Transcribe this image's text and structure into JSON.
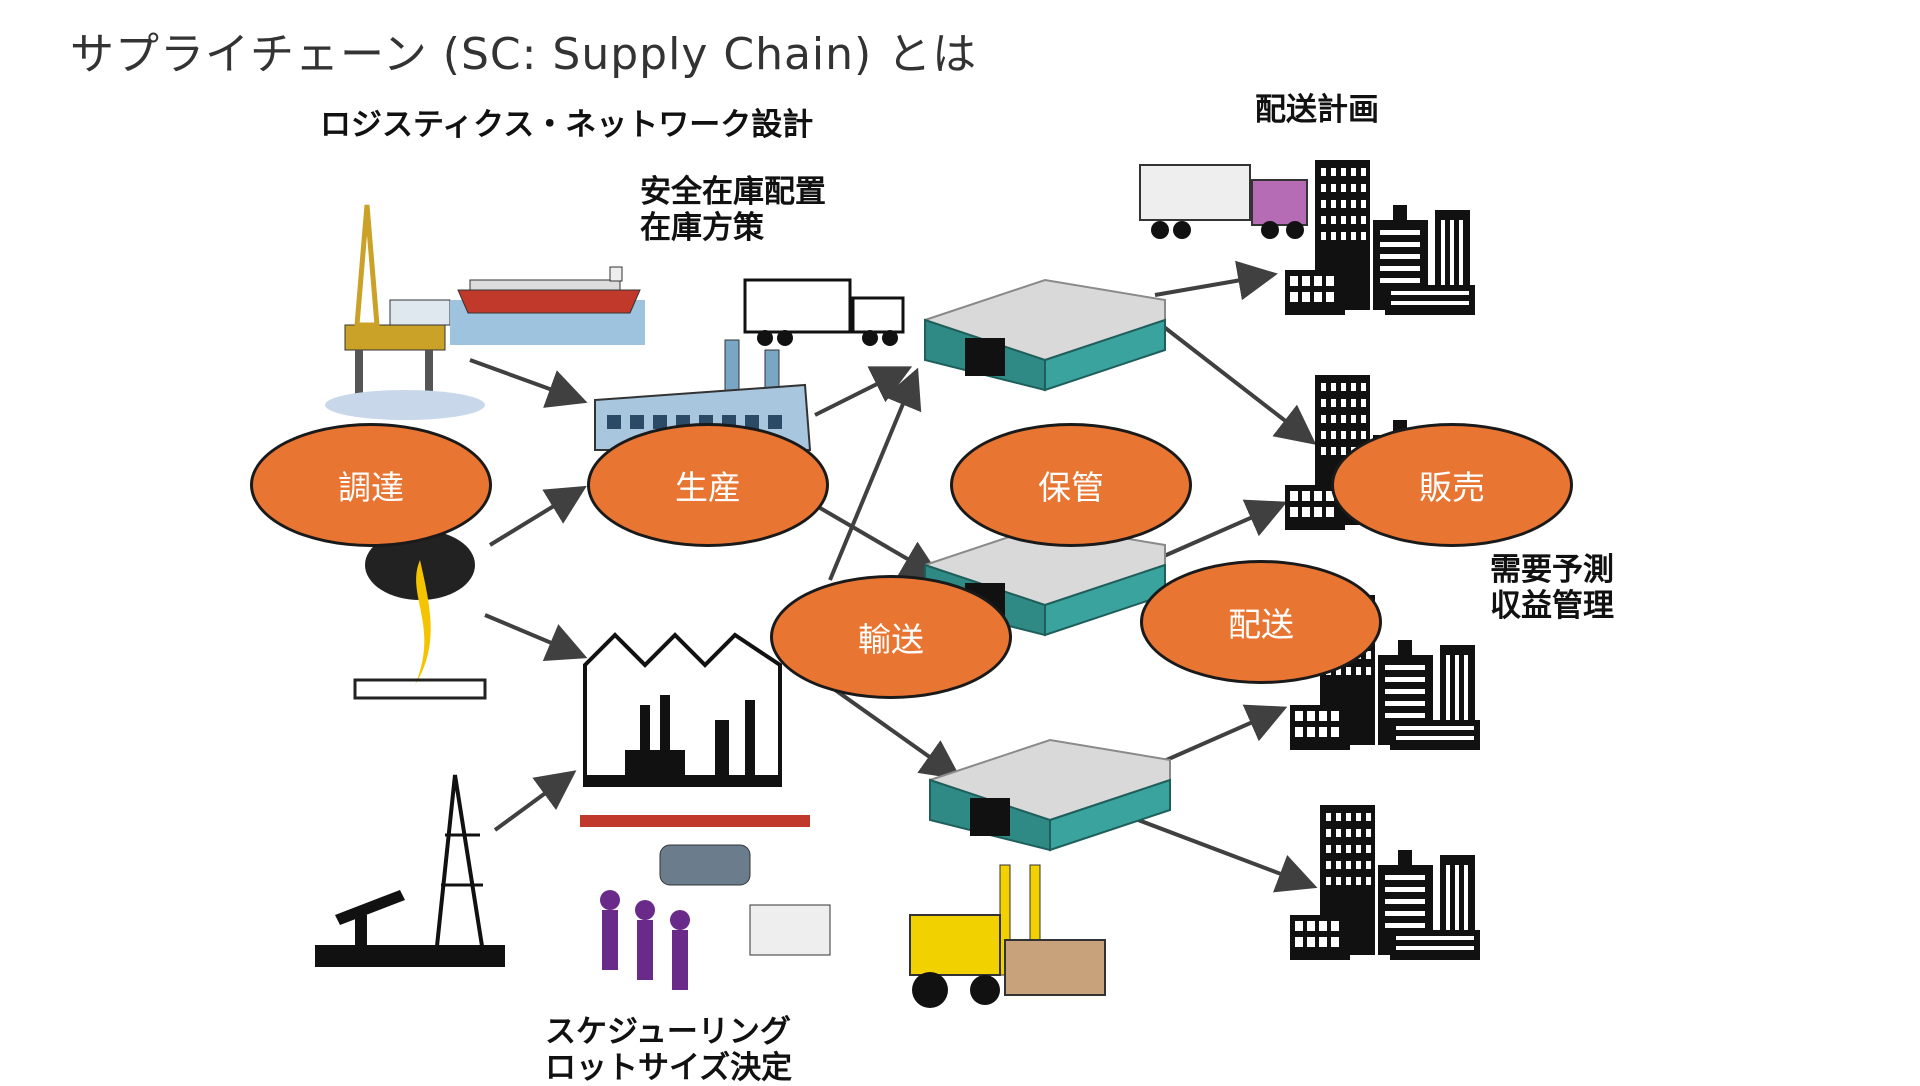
{
  "title": "サプライチェーン (SC: Supply Chain) とは",
  "annotations": {
    "logistics_network": "ロジスティクス・ネットワーク設計",
    "safety_stock_line1": "安全在庫配置",
    "safety_stock_line2": "在庫方策",
    "delivery_plan": "配送計画",
    "demand_line1": "需要予測",
    "demand_line2": "収益管理",
    "scheduling_line1": "スケジューリング",
    "scheduling_line2": "ロットサイズ決定"
  },
  "stages": {
    "procurement": "調達",
    "production": "生産",
    "storage": "保管",
    "sales": "販売",
    "transport": "輸送",
    "delivery": "配送"
  },
  "colors": {
    "bubble_fill": "#e97532",
    "warehouse_wall": "#2f8a86",
    "arrow": "#404040",
    "building": "#111111"
  },
  "icons": [
    "oil-rig-icon",
    "cargo-ship-icon",
    "gas-flare-icon",
    "oil-pump-icon",
    "factory-icon",
    "industrial-plant-icon",
    "assembly-line-icon",
    "truck-icon",
    "semi-truck-icon",
    "warehouse-icon",
    "forklift-icon",
    "city-buildings-icon"
  ]
}
